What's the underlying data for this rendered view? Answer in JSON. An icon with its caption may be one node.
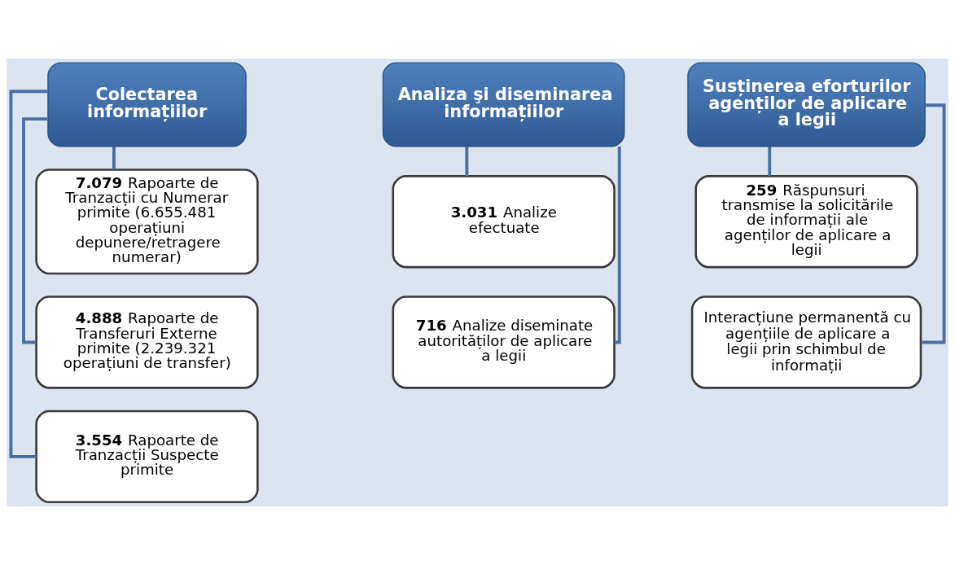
{
  "diagram": {
    "nodes": [
      {
        "text": [
          "Colectarea informațiilor"
        ]
      },
      {
        "text": [
          "**7.079** Rapoarte de Tranzacții cu Numerar primite (6.655.481 operațiuni depunere/retragere numerar)"
        ]
      },
      {
        "text": [
          "**4.888** Rapoarte de Transferuri Externe primite (2.239.321 operațiuni de transfer)"
        ]
      },
      {
        "text": [
          "**3.554** Rapoarte de Tranzacții Suspecte primite"
        ]
      },
      {
        "text": [
          "Analiza şi diseminarea informațiilor"
        ]
      },
      {
        "text": [
          "**3.031** Analize efectuate"
        ]
      },
      {
        "text": [
          "**716** Analize diseminate autorităților de aplicare a legii"
        ]
      },
      {
        "text": [
          "Susținerea eforturilor agenților de aplicare a legii"
        ]
      },
      {
        "text": [
          "**259** Răspunsuri transmise la solicitările de informații ale agenților de aplicare a legii"
        ]
      },
      {
        "text": [
          "Interacțiune permanentă cu agențiile de aplicare a legii prin schimbul de informații"
        ]
      }
    ],
    "edges": [
      {
        "from": 0,
        "to": 1,
        "arrow": "none"
      },
      {
        "from": 0,
        "to": 2,
        "arrow": "none"
      },
      {
        "from": 0,
        "to": 3,
        "arrow": "none"
      },
      {
        "from": 4,
        "to": 5,
        "arrow": "none"
      },
      {
        "from": 4,
        "to": 6,
        "arrow": "none"
      },
      {
        "from": 7,
        "to": 8,
        "arrow": "none"
      },
      {
        "from": 7,
        "to": 9,
        "arrow": "none"
      }
    ]
  }
}
